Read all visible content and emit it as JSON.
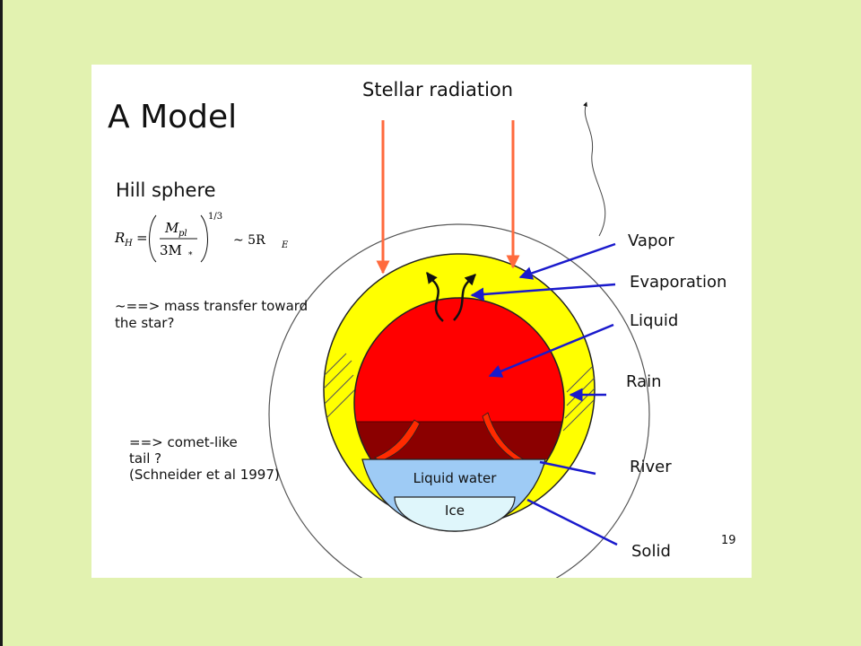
{
  "slide": {
    "title": "A Model",
    "stellar_radiation": "Stellar radiation",
    "hill_sphere": {
      "heading": "Hill sphere",
      "formula_lhs": "R",
      "formula_lhs_sub": "H",
      "formula_num": "M",
      "formula_num_sub": "pl",
      "formula_den": "3M",
      "formula_den_sub": "*",
      "formula_exp": "1/3",
      "formula_approx": "~ 5R",
      "formula_approx_sub": "E"
    },
    "mass_transfer": "~==> mass transfer toward the star?",
    "comet_tail_line1": "==> comet-like",
    "comet_tail_line2": "tail ?",
    "comet_tail_line3": "(Schneider et al 1997)",
    "labels": {
      "vapor": "Vapor",
      "evaporation": "Evaporation",
      "liquid": "Liquid",
      "rain": "Rain",
      "river": "River",
      "solid": "Solid"
    },
    "inner": {
      "liquid_water": "Liquid water",
      "ice": "Ice"
    },
    "page_number": "19"
  },
  "colors": {
    "background": "#e2f2b0",
    "vapor_yellow": "#ffff00",
    "liquid_red": "#ff0000",
    "dark_red": "#8b0000",
    "water_blue": "#9ecbf5",
    "ice": "#dff6fb",
    "radiation_arrow": "#ff6a3d",
    "pointer_blue": "#1a1acc"
  }
}
